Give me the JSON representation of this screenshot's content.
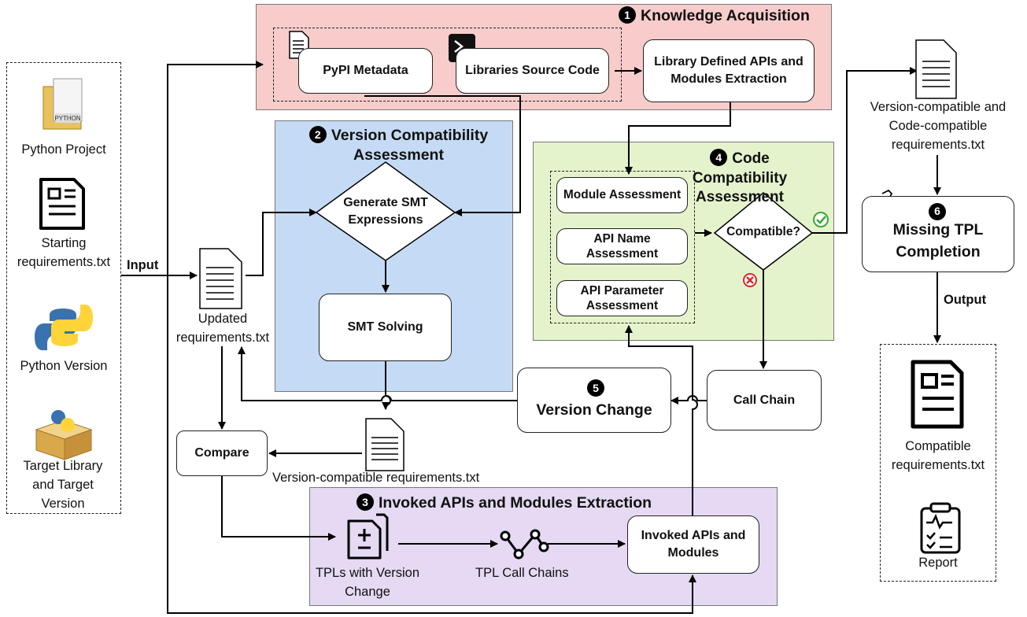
{
  "inputs": {
    "python_project": "Python Project",
    "starting_requirements": "Starting requirements.txt",
    "python_version": "Python Version",
    "target_library": "Target Library and Target Version",
    "edge_label": "Input"
  },
  "stage1": {
    "number": "1",
    "title": "Knowledge Acquisition",
    "pypi": "PyPI Metadata",
    "source_code": "Libraries Source Code",
    "extraction": "Library Defined APIs and Modules Extraction"
  },
  "stage2": {
    "number": "2",
    "title": "Version Compatibility Assessment",
    "generate": "Generate SMT Expressions",
    "solving": "SMT Solving"
  },
  "stage3": {
    "number": "3",
    "title": "Invoked APIs and Modules Extraction",
    "tpls": "TPLs with Version Change",
    "call_chains": "TPL Call Chains",
    "invoked": "Invoked APIs and Modules"
  },
  "stage4": {
    "number": "4",
    "title": "Code Compatibility Assessment",
    "module": "Module Assessment",
    "api_name": "API Name Assessment",
    "api_param": "API Parameter Assessment",
    "compatible": "Compatible?"
  },
  "stage5": {
    "number": "5",
    "title": "Version Change"
  },
  "stage6": {
    "number": "6",
    "title": "Missing TPL Completion"
  },
  "middle": {
    "updated_req": "Updated requirements.txt",
    "compare": "Compare",
    "version_compatible": "Version-compatible requirements.txt",
    "call_chain": "Call Chain"
  },
  "outputs": {
    "vc_cc_req": "Version-compatible and Code-compatible requirements.txt",
    "edge_label": "Output",
    "compatible_req": "Compatible requirements.txt",
    "report": "Report"
  },
  "colors": {
    "stage1_bg": "#f9cccc",
    "stage2_bg": "#c5dbf5",
    "stage3_bg": "#e5d9f3",
    "stage4_bg": "#e5f3cc",
    "check": "#3aa83a",
    "cross": "#d62b2b"
  }
}
